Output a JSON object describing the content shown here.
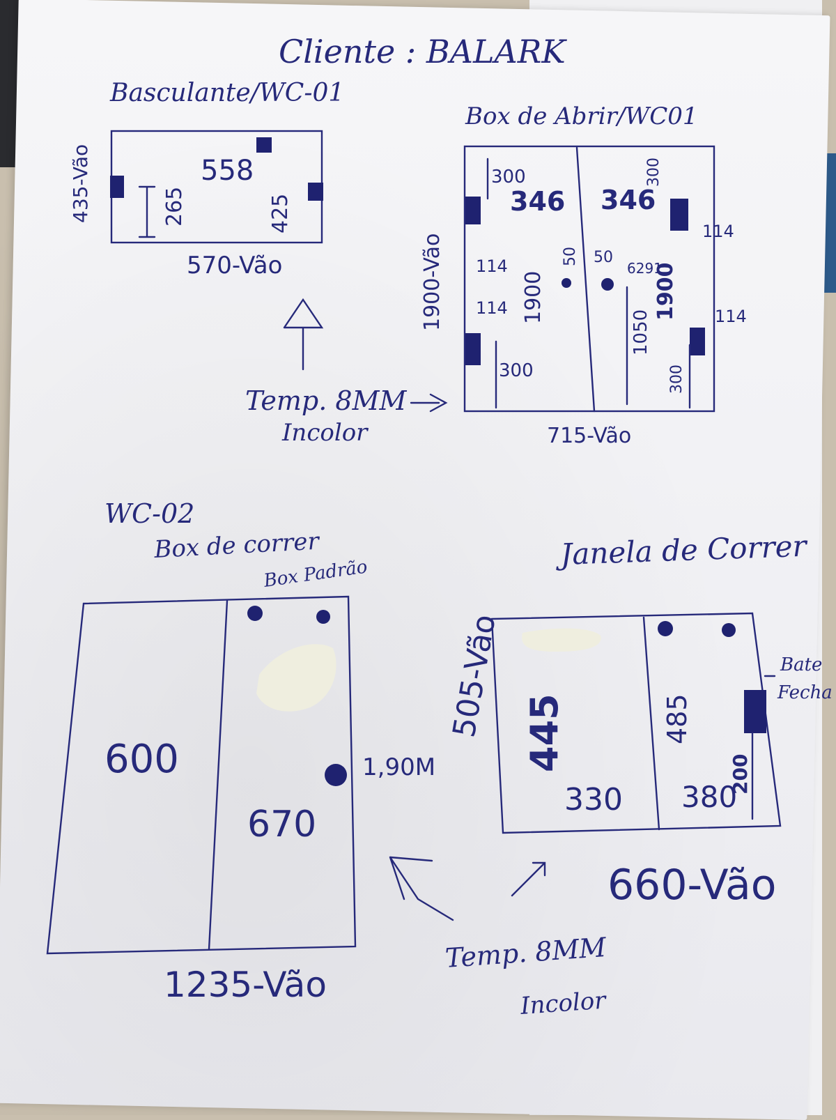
{
  "client": "Cliente : BALARK",
  "basculante": {
    "title": "Basculante/WC-01",
    "width_vao": "570-Vão",
    "height_vao": "435-Vão",
    "inner_width": "558",
    "inner_height_left": "265",
    "inner_height_right": "425"
  },
  "box_abrir": {
    "title": "Box de Abrir/WC01",
    "height_vao": "1900-Vão",
    "width_vao": "715-Vão",
    "panel_left": "346",
    "panel_right": "346",
    "height_left": "1900",
    "height_right": "1900",
    "hinge_top_offset_left": "300",
    "hinge_top_offset_right": "300",
    "hinge_bottom_offset_left": "300",
    "hinge_bottom_offset_right": "300",
    "hinge_114_a": "114",
    "hinge_114_b": "114",
    "hinge_114_c": "114",
    "hinge_114_d": "114",
    "handle_50_left": "50",
    "handle_50_right": "50",
    "handle_code": "6291",
    "handle_height": "1050"
  },
  "note_top": {
    "line1": "Temp. 8MM",
    "line2": "Incolor"
  },
  "wc02": {
    "title": "WC-02",
    "subtitle": "Box de correr",
    "subtitle2": "Box Padrão",
    "panel_left": "600",
    "panel_right": "670",
    "height_value": "1,90M",
    "width_vao": "1235-Vão"
  },
  "janela": {
    "title": "Janela de Correr",
    "height_vao": "505-Vão",
    "height_left": "445",
    "height_right": "485",
    "panel_left": "330",
    "panel_right": "380",
    "bottom_offset": "200",
    "lock_label_1": "Bate",
    "lock_label_2": "Fecha",
    "width_vao": "660-Vão"
  },
  "note_bottom": {
    "line1": "Temp. 8MM",
    "line2": "Incolor"
  },
  "colors": {
    "ink": "#26297a",
    "paper": "#f2f2f5"
  }
}
